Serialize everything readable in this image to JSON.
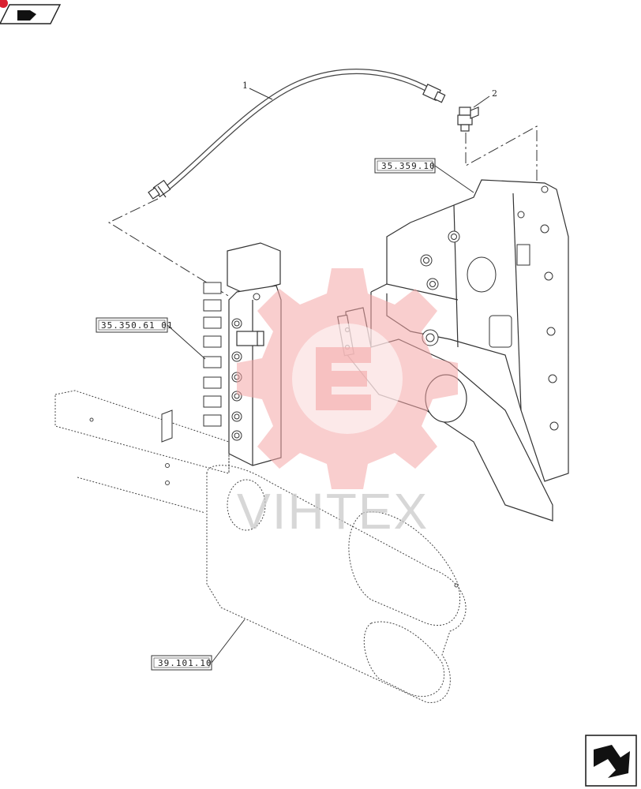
{
  "nav": {
    "top_left_icon": "next-page-arrow-icon",
    "bottom_right_icon": "next-page-arrow-icon"
  },
  "callouts": {
    "part_1": "1",
    "part_2": "2"
  },
  "references": {
    "valve_block": "35.359.10",
    "manifold": "35.350.61 01",
    "frame": "39.101.10"
  },
  "watermark": {
    "text": "VIHTEX",
    "color": "#f4a6a6"
  }
}
